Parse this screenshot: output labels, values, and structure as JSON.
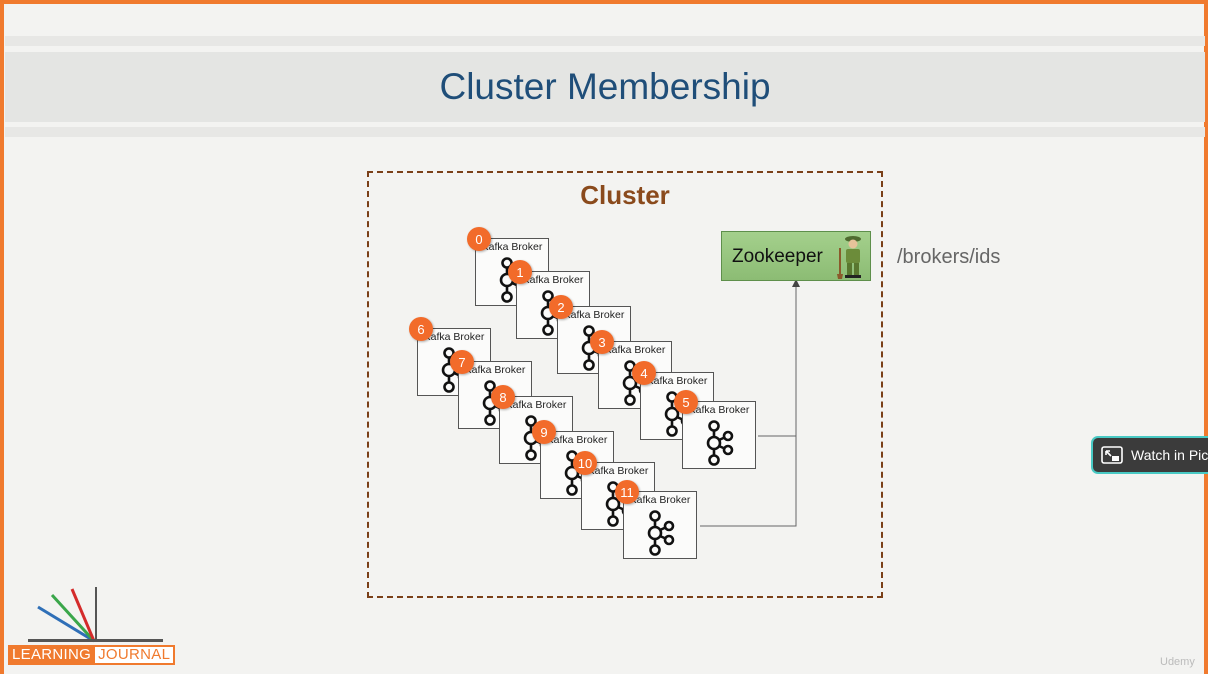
{
  "slide": {
    "title": "Cluster Membership",
    "cluster_label": "Cluster",
    "zookeeper_label": "Zookeeper",
    "path_label": "/brokers/ids",
    "broker_label": "Kafka Broker",
    "broker_ids": [
      "0",
      "1",
      "2",
      "3",
      "4",
      "5",
      "6",
      "7",
      "8",
      "9",
      "10",
      "11"
    ]
  },
  "overlay": {
    "pip_label": "Watch in Pic"
  },
  "logo": {
    "part1": "LEARNING",
    "part2": "JOURNAL"
  },
  "watermark": "Udemy",
  "colors": {
    "frame": "#f07a2e",
    "title": "#1f4e79",
    "cluster": "#8a4a1c",
    "badge": "#f26b2a",
    "zookeeper": "#9cc884"
  }
}
